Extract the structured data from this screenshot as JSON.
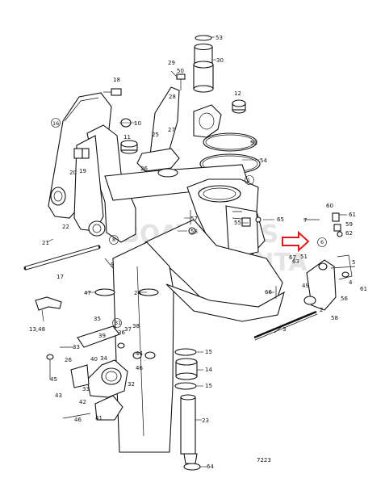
{
  "diagram": {
    "drawing_number": "7223",
    "watermark": [
      "BOATPARTS",
      "VOLVO PENTA"
    ],
    "accent_color": "#e01818",
    "part_labels": [
      "53",
      "30",
      "29",
      "50",
      "28",
      "18",
      "12",
      "16",
      "10",
      "11",
      "27",
      "25",
      "52",
      "54",
      "26",
      "1",
      "9",
      "20",
      "19",
      "22",
      "21",
      "17",
      "8",
      "57",
      "58",
      "65",
      "55",
      "60",
      "61",
      "59",
      "62",
      "6",
      "7",
      "67",
      "51",
      "63",
      "5",
      "4",
      "3",
      "66",
      "49",
      "2",
      "58",
      "56",
      "61",
      "13,48",
      "47",
      "24",
      "35",
      "31",
      "36",
      "37",
      "38",
      "39",
      "40",
      "34",
      "33",
      "26",
      "32",
      "44",
      "46",
      "15",
      "14",
      "15",
      "43",
      "45",
      "33",
      "42",
      "41",
      "46",
      "23",
      "64"
    ],
    "circled_labels": [
      "16",
      "8",
      "1",
      "31",
      "6"
    ]
  }
}
